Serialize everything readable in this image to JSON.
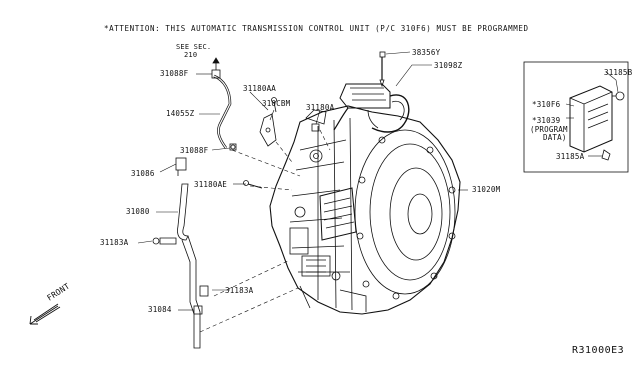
{
  "notice": "*ATTENTION: THIS AUTOMATIC TRANSMISSION CONTROL UNIT (P/C 310F6) MUST BE PROGRAMMED",
  "see_sec": {
    "line1": "SEE SEC.",
    "line2": "210"
  },
  "parts": {
    "p31088F_top": "31088F",
    "p14055Z": "14055Z",
    "p31180AA": "31180AA",
    "p310CBM": "310CBM",
    "p31180A": "31180A",
    "p31088F_mid": "31088F",
    "p31086": "31086",
    "p31180AE": "31180AE",
    "p31080": "31080",
    "p31183A_left": "31183A",
    "p31183A_bottom": "31183A",
    "p31084": "31084",
    "p38356Y": "38356Y",
    "p31098Z": "31098Z",
    "p31020M": "31020M"
  },
  "inset": {
    "p31185B": "31185B",
    "p310F6": "*310F6",
    "p31039": "*31039",
    "program_line1": "(PROGRAM",
    "program_line2": "DATA)",
    "p31185A": "31185A"
  },
  "front_label": "FRONT",
  "diagram_code": "R31000E3"
}
